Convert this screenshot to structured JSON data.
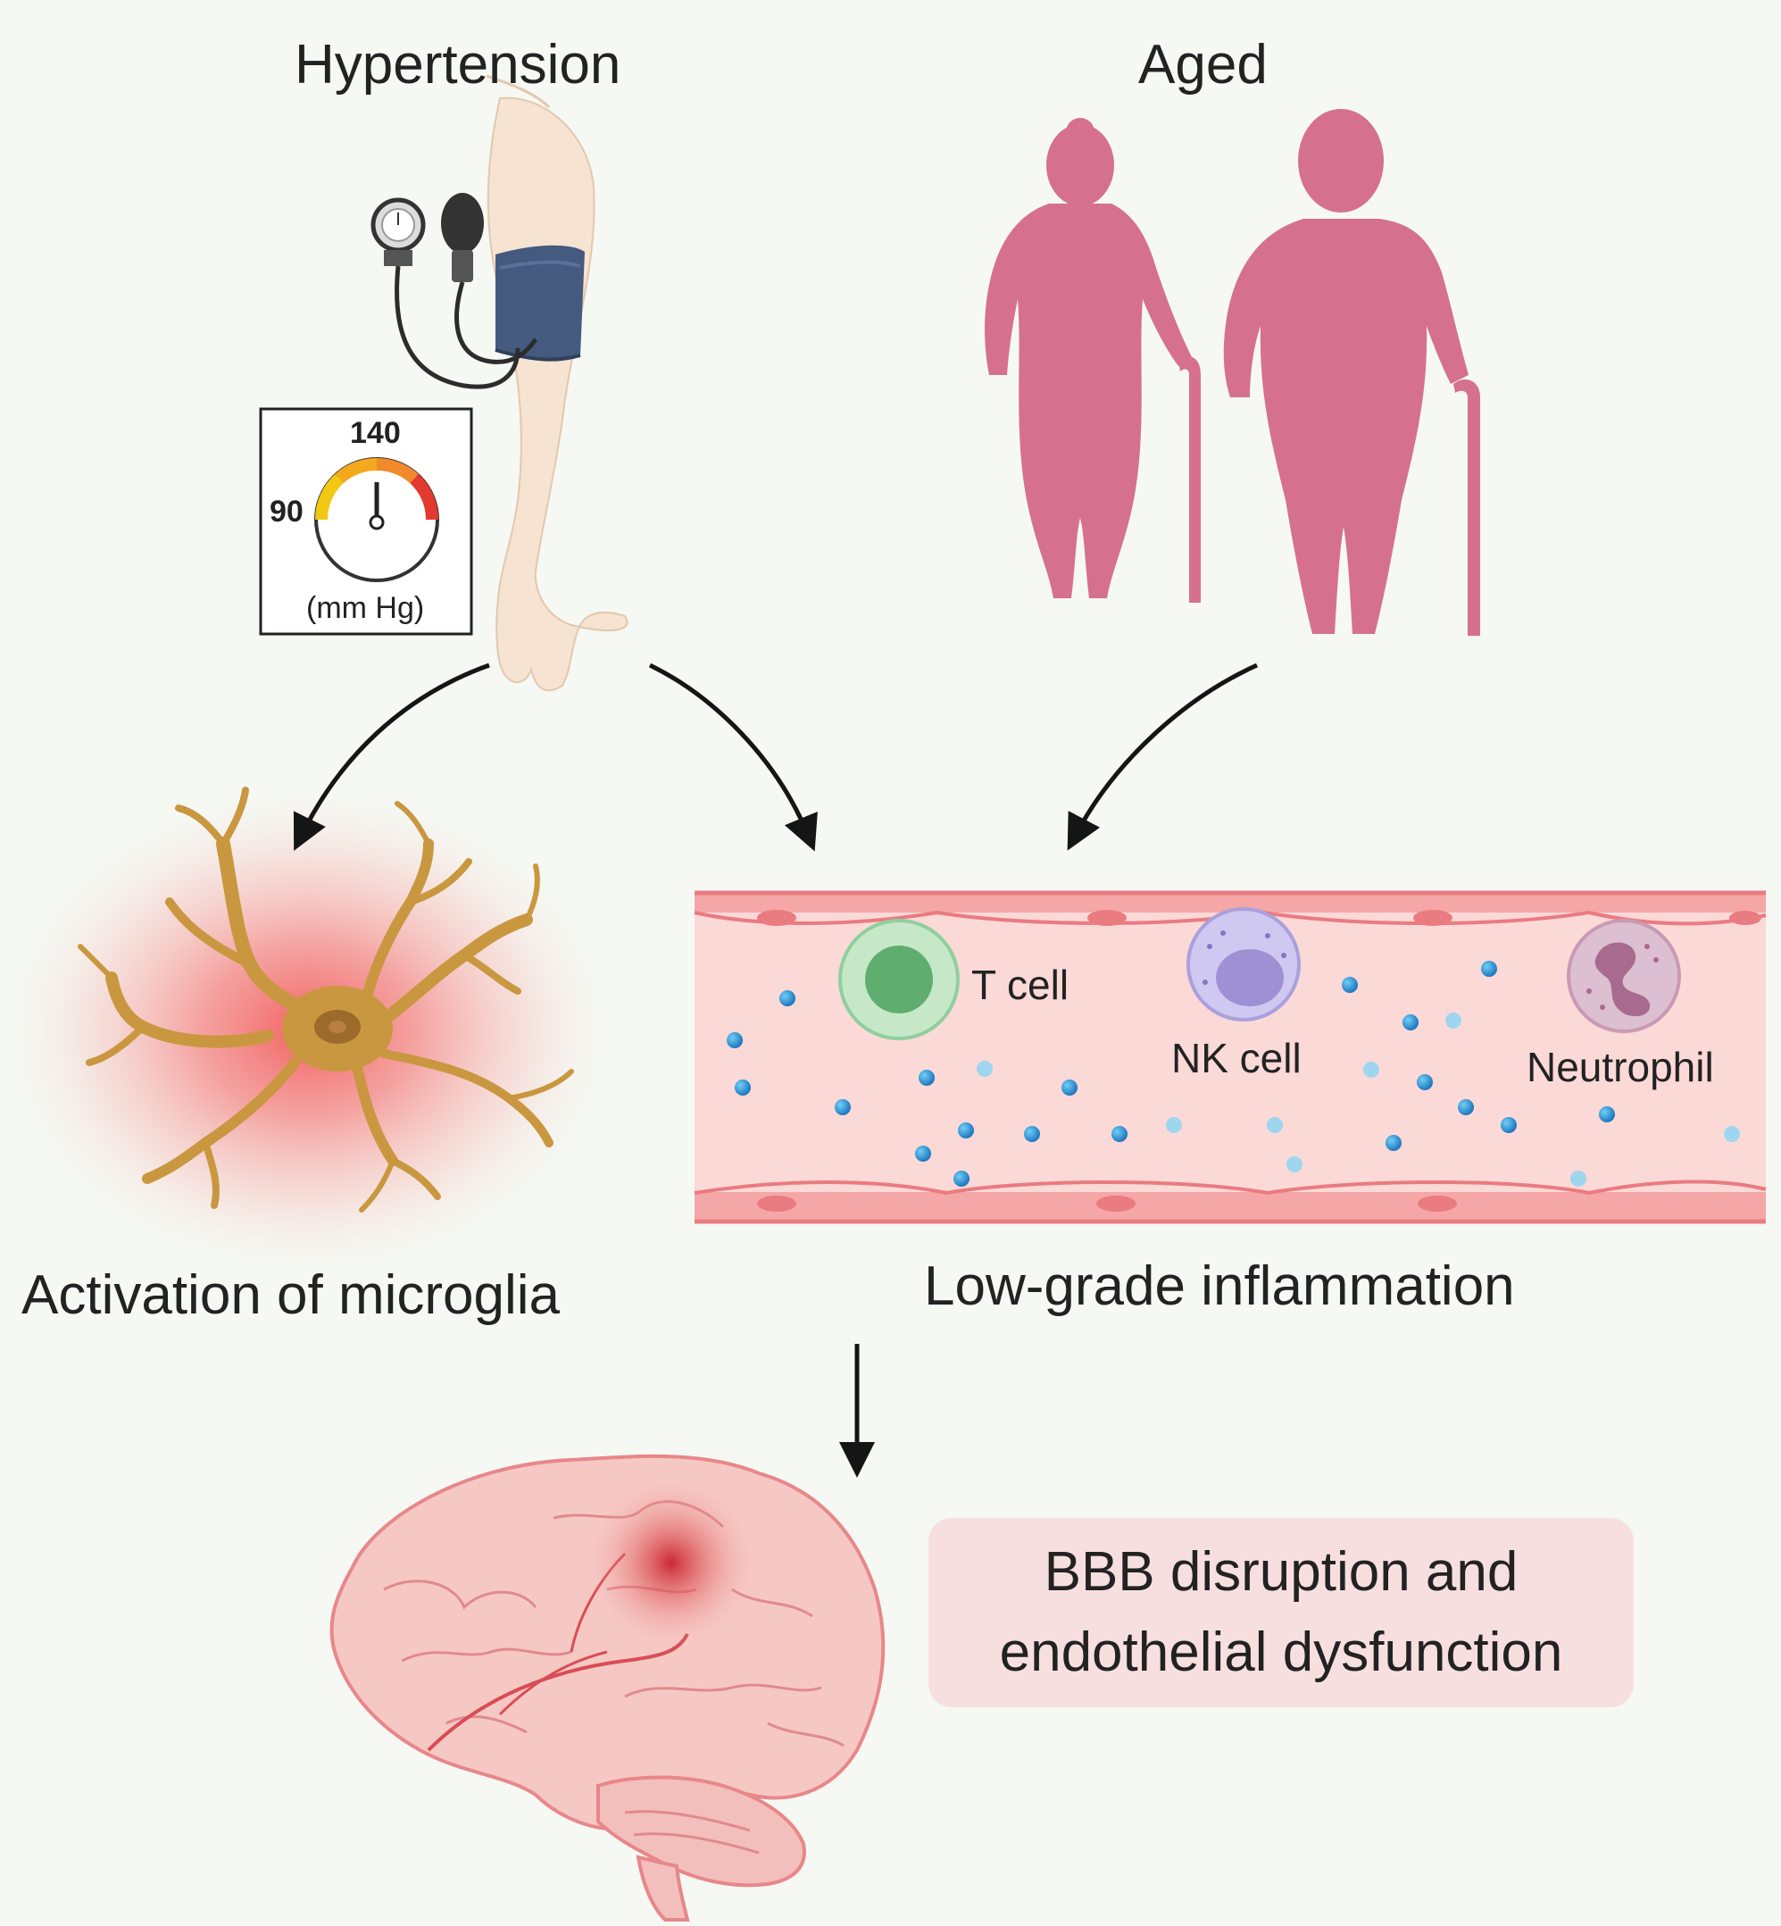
{
  "labels": {
    "hypertension": "Hypertension",
    "aged": "Aged",
    "microglia": "Activation of microglia",
    "inflammation": "Low-grade inflammation",
    "t_cell": "T cell",
    "nk_cell": "NK cell",
    "neutrophil": "Neutrophil",
    "bbb_line1": "BBB disruption and",
    "bbb_line2": "endothelial dysfunction"
  },
  "gauge": {
    "top_value": "140",
    "left_value": "90",
    "unit": "(mm Hg)"
  },
  "colors": {
    "background": "#f5f8f3",
    "vessel": "#fbd9d7",
    "vessel_wall": "#ea7b80",
    "people": "#d5718e",
    "microglia": "#c9973f",
    "inflammation_glow": "#f06b6b",
    "bbb_box": "#f8dfdf",
    "cuff": "#445a7e",
    "t_cell": "#8fcf9e",
    "nk_cell": "#b8b0e6",
    "neutrophil": "#c99ab4",
    "particle": "#2f8fce"
  }
}
